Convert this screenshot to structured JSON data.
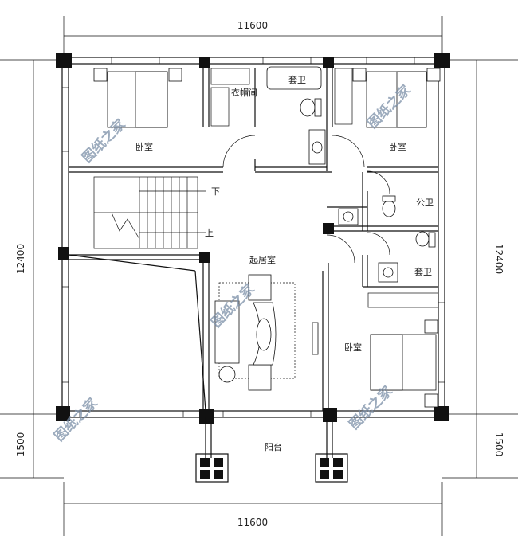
{
  "dimensions": {
    "top_width": "11600",
    "bottom_width": "11600",
    "left_main": "12400",
    "left_balcony": "1500",
    "right_main": "12400",
    "right_balcony": "1500"
  },
  "rooms": {
    "bedroom_nw": "卧室",
    "walk_in_closet": "衣帽间",
    "ensuite_top": "套卫",
    "bedroom_ne": "卧室",
    "public_bath": "公卫",
    "ensuite_right": "套卫",
    "living_room": "起居室",
    "bedroom_se": "卧室",
    "balcony": "阳台"
  },
  "stairs": {
    "down": "下",
    "up": "上"
  },
  "watermark": "图纸之家"
}
